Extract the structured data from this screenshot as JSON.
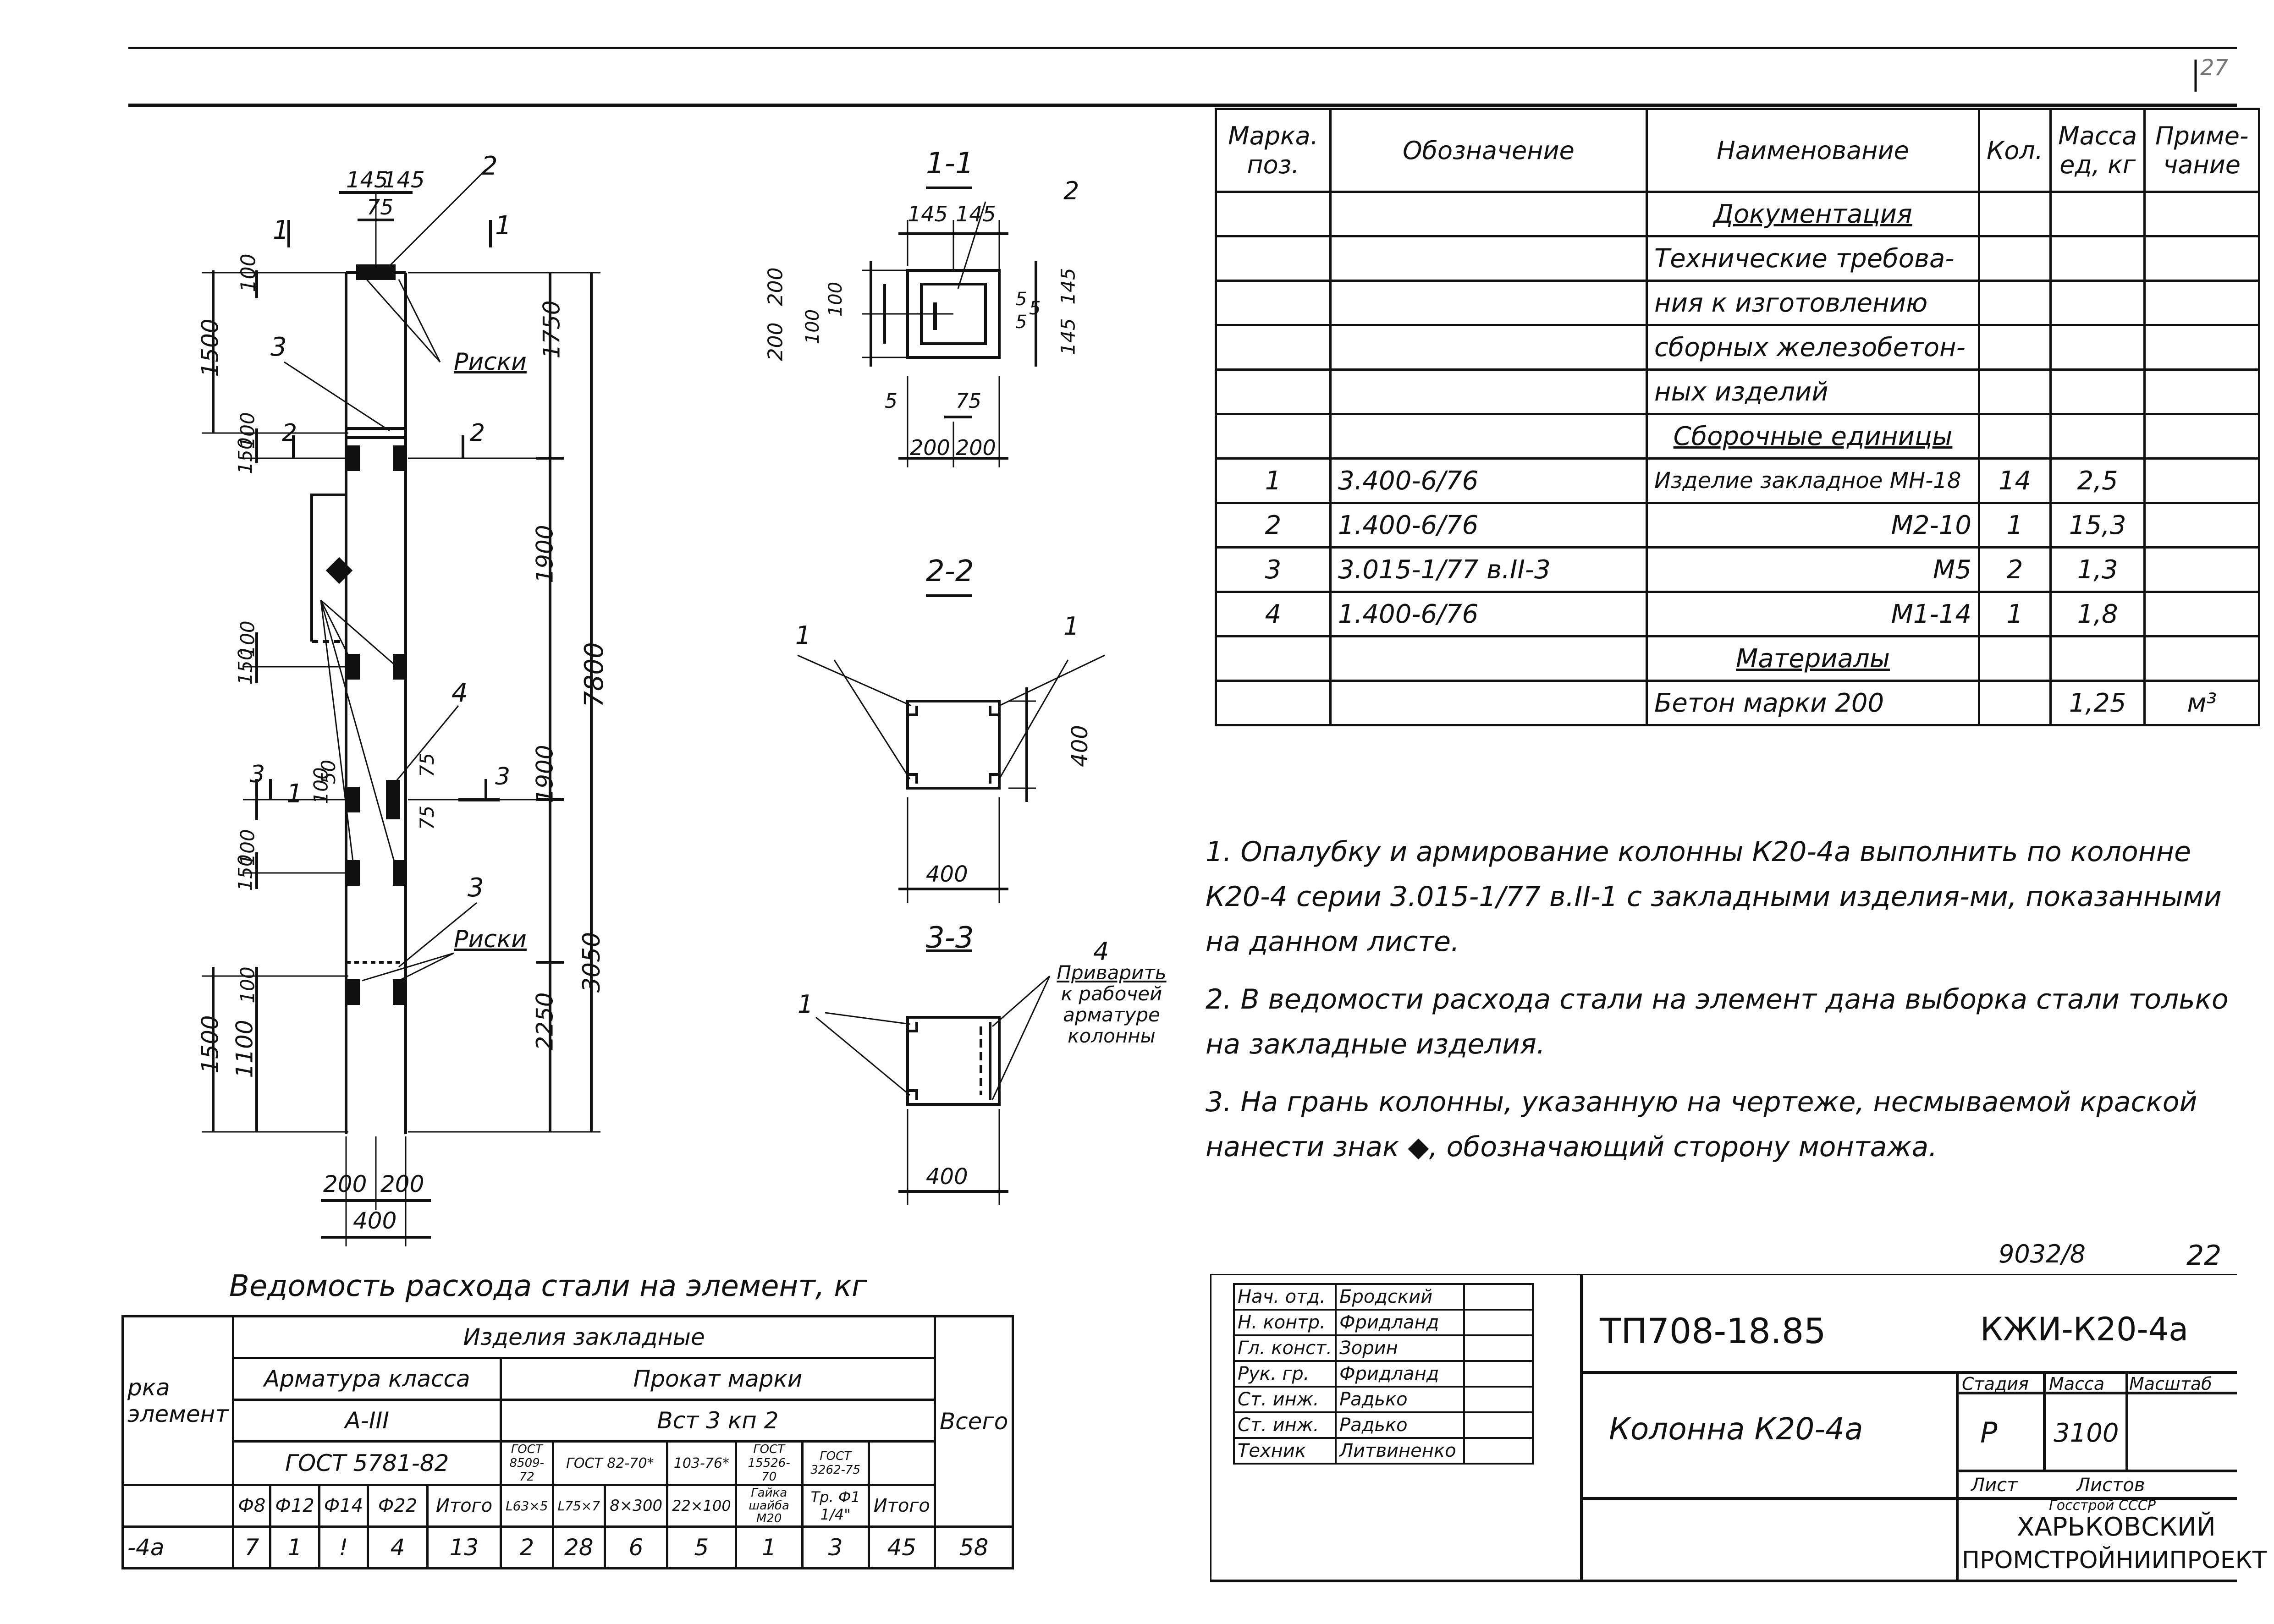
{
  "drawing": {
    "corner_mark": "27",
    "dims": {
      "d145a": "145",
      "d145b": "145",
      "d75": "75",
      "d100a": "100",
      "d1500a": "1500",
      "d1750": "1750",
      "d150a": "150",
      "d100b": "100",
      "d1900a": "1900",
      "d7800": "7800",
      "d150b": "150",
      "d100c": "100",
      "d50": "50",
      "d100d": "100",
      "d75b": "75",
      "d75c": "75",
      "d1900b": "1900",
      "d150c": "150",
      "d100e": "100",
      "d1500b": "1500",
      "d100f": "100",
      "d1100": "1100",
      "d2250": "2250",
      "d3050": "3050",
      "d200a": "200",
      "d200b": "200",
      "d400": "400"
    },
    "labels": {
      "risk_top": "Риски",
      "risk_bottom": "Риски",
      "pos2": "2",
      "pos3a": "3",
      "pos3b": "3",
      "pos4": "4",
      "pos1": "1",
      "cut1a": "1",
      "cut1b": "1",
      "cut2a": "2",
      "cut2b": "2",
      "cut3a": "3",
      "cut3b": "3"
    },
    "section11": {
      "title": "1-1",
      "pos": "2",
      "top145a": "145",
      "top145b": "145",
      "left200a": "200",
      "left200b": "200",
      "left100a": "100",
      "left100b": "100",
      "right145a": "145",
      "right145b": "145",
      "right5a": "5",
      "right5b": "5",
      "right5c": "5",
      "bot5": "5",
      "bot75": "75",
      "bot200a": "200",
      "bot200b": "200"
    },
    "section22": {
      "title": "2-2",
      "pos1a": "1",
      "pos1b": "1",
      "dim400a": "400",
      "dim400b": "400"
    },
    "section33": {
      "title": "3-3",
      "pos1": "1",
      "pos4": "4",
      "dim400": "400",
      "note_lines": [
        "Приварить",
        "к рабочей",
        "арматуре",
        "колонны"
      ]
    }
  },
  "spec_table": {
    "headers": [
      "Марка. поз.",
      "Обозначение",
      "Наименование",
      "Кол.",
      "Масса ед, кг",
      "Приме-чание"
    ],
    "section_docs": "Документация",
    "doc_lines": [
      "Технические требова-",
      "ния к изготовлению",
      "сборных железобетон-",
      "ных изделий"
    ],
    "section_assemblies": "Сборочные единицы",
    "rows": [
      {
        "pos": "1",
        "code": "3.400-6/76",
        "name": "Изделие закладное МН-18",
        "qty": "14",
        "mass": "2,5"
      },
      {
        "pos": "2",
        "code": "1.400-6/76",
        "name": "М2-10",
        "qty": "1",
        "mass": "15,3"
      },
      {
        "pos": "3",
        "code": "3.015-1/77 в.II-3",
        "name": "М5",
        "qty": "2",
        "mass": "1,3"
      },
      {
        "pos": "4",
        "code": "1.400-6/76",
        "name": "М1-14",
        "qty": "1",
        "mass": "1,8"
      }
    ],
    "section_materials": "Материалы",
    "material": {
      "name": "Бетон марки 200",
      "mass": "1,25",
      "unit": "м³"
    }
  },
  "notes": [
    "1. Опалубку и армирование колонны К20-4а выполнить по колонне К20-4 серии 3.015-1/77 в.II-1 с закладными изделия-ми, показанными на данном листе.",
    "2. В ведомости расхода стали на элемент дана выборка стали только на закладные изделия.",
    "3. На грань колонны, указанную на чертеже, несмываемой краской нанести знак ◆, обозначающий сторону монтажа."
  ],
  "steel_table": {
    "title": "Ведомость расхода стали на элемент, кг",
    "group": "Изделия закладные",
    "row_head": "рка элемент",
    "rebar_class": "Арматура класса",
    "rebar_grade": "А-III",
    "rebar_std": "ГОСТ 5781-82",
    "rolled": "Прокат марки",
    "rolled_grade": "Вст 3 кп 2",
    "total": "Всего",
    "std_cols": [
      "ГОСТ 8509-72",
      "ГОСТ 82-70*",
      "103-76*",
      "ГОСТ 15526-70",
      "ГОСТ 3262-75"
    ],
    "sub_cols": [
      "Ф8",
      "Ф12",
      "Ф14",
      "Ф22",
      "Итого",
      "L63×5",
      "L75×7",
      "8×300",
      "22×100",
      "Гайка шайба М20",
      "Тр. Ф1 1/4\"",
      "Итого"
    ],
    "row_label": "-4а",
    "values": [
      "7",
      "1",
      "!",
      "4",
      "13",
      "2",
      "28",
      "6",
      "5",
      "1",
      "3",
      "45",
      "58"
    ]
  },
  "stamp": {
    "sheet_code": "9032/8",
    "sheet_num": "22",
    "roles": [
      "Нач. отд.",
      "Н. контр.",
      "Гл. конст.",
      "Рук. гр.",
      "Ст. инж.",
      "Ст. инж.",
      "Техник"
    ],
    "names": [
      "Бродский",
      "Фридланд",
      "Зорин",
      "Фридланд",
      "Радько",
      "Радько",
      "Литвиненко"
    ],
    "project": "ТП708-18.85",
    "mark": "КЖИ-К20-4а",
    "title": "Колонна К20-4а",
    "stage_label": "Стадия",
    "mass_label": "Масса",
    "scale_label": "Масштаб",
    "stage": "Р",
    "mass": "3100",
    "sheet_label": "Лист",
    "sheets_label": "Листов",
    "org_sub": "Госстрой СССР",
    "org_1": "ХАРЬКОВСКИЙ",
    "org_2": "ПРОМСТРОЙНИИПРОЕКТ"
  }
}
